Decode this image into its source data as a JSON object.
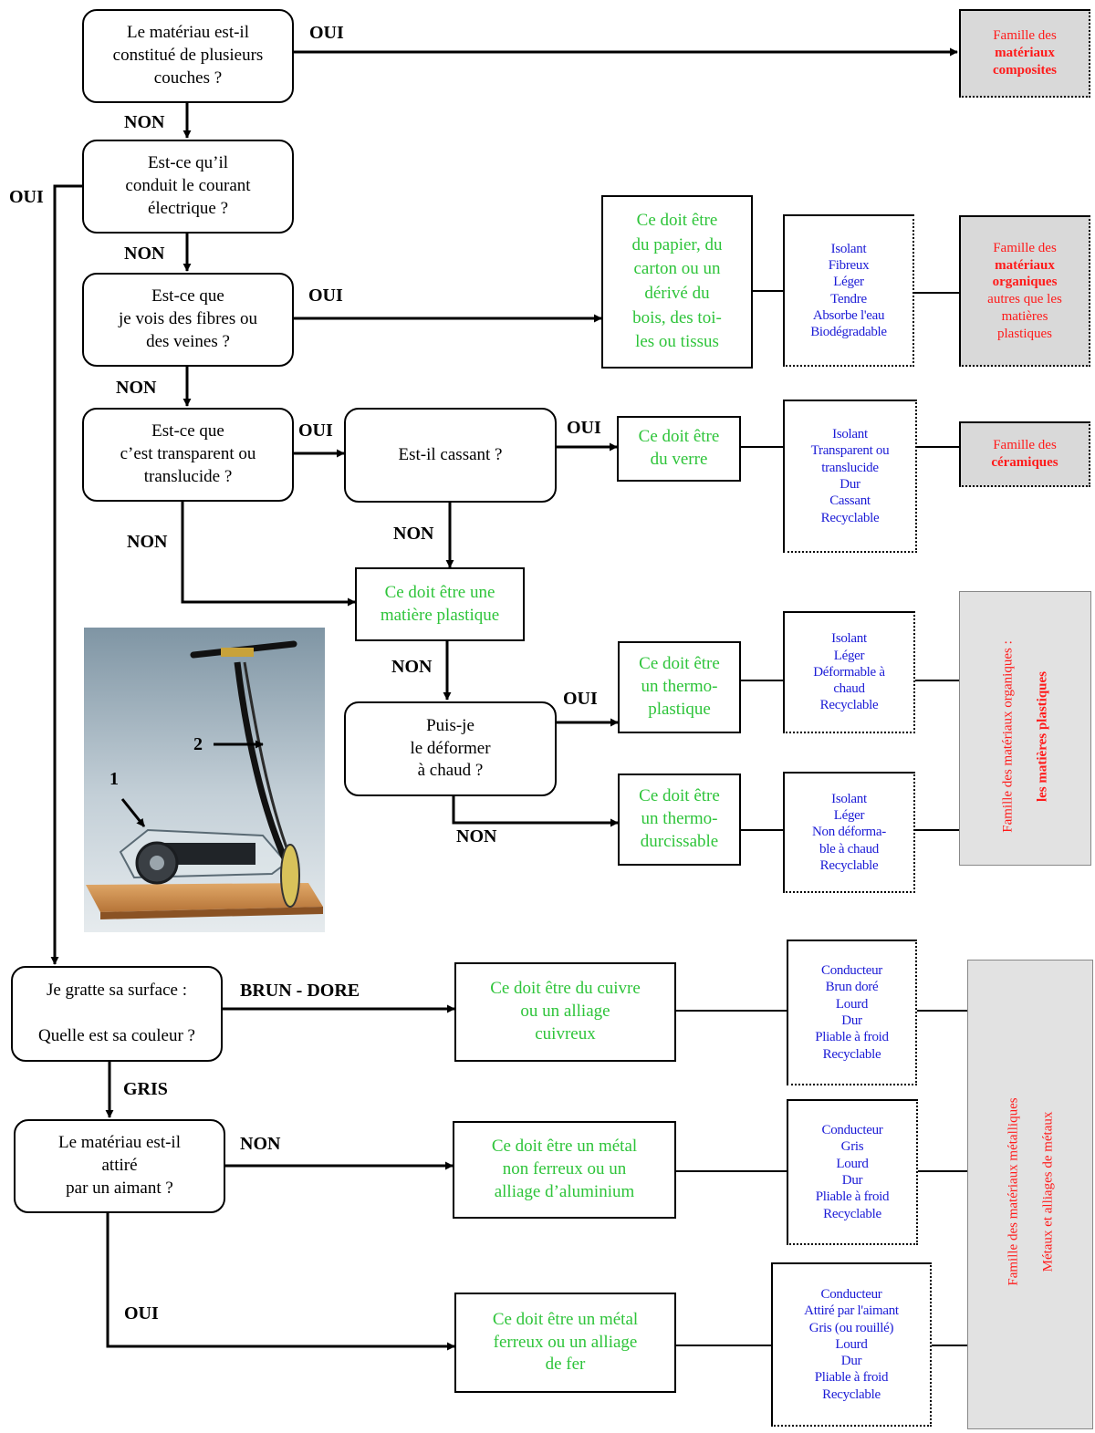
{
  "questions": {
    "q1": [
      "Le matériau est-il",
      "constitué de plusieurs",
      "couches ?"
    ],
    "q2": [
      "Est-ce qu’il",
      "conduit le courant",
      "électrique ?"
    ],
    "q3": [
      "Est-ce que",
      "je vois des fibres ou",
      "des veines ?"
    ],
    "q4": [
      "Est-ce que",
      "c’est transparent ou",
      "translucide ?"
    ],
    "q5": [
      "Est-il cassant ?"
    ],
    "q6": [
      "Puis-je",
      "le déformer",
      "à chaud ?"
    ],
    "q7": [
      "Je gratte sa surface :",
      "",
      "Quelle est sa couleur ?"
    ],
    "q8": [
      "Le matériau est-il",
      "attiré",
      "par un aimant ?"
    ]
  },
  "materials": {
    "papier": [
      "Ce doit être",
      "du papier, du",
      "carton ou un",
      "dérivé du",
      "bois, des toi-",
      "les ou tissus"
    ],
    "verre": [
      "Ce doit être",
      "du verre"
    ],
    "plastique": [
      "Ce doit être une",
      "matière plastique"
    ],
    "thermoplastique": [
      "Ce doit être",
      "un thermo-",
      "plastique"
    ],
    "thermodurcissable": [
      "Ce doit être",
      "un thermo-",
      "durcissable"
    ],
    "cuivre": [
      "Ce doit être du cuivre",
      "ou un alliage",
      "cuivreux"
    ],
    "nonferreux": [
      "Ce doit être un métal",
      "non ferreux ou un",
      "alliage d’aluminium"
    ],
    "ferreux": [
      "Ce doit être un métal",
      "ferreux ou un alliage",
      "de fer"
    ]
  },
  "properties": {
    "papier": [
      "Isolant",
      "Fibreux",
      "Léger",
      "Tendre",
      "Absorbe l'eau",
      "Biodégradable"
    ],
    "verre": [
      "Isolant",
      "Transparent ou",
      "translucide",
      "Dur",
      "Cassant",
      "Recyclable"
    ],
    "thermoplastique": [
      "Isolant",
      "Léger",
      "Déformable à",
      "chaud",
      "Recyclable"
    ],
    "thermodurcissable": [
      "Isolant",
      "Léger",
      "Non déforma-",
      "ble à chaud",
      "Recyclable"
    ],
    "cuivre": [
      "Conducteur",
      "Brun doré",
      "Lourd",
      "Dur",
      "Pliable à froid",
      "Recyclable"
    ],
    "nonferreux": [
      "Conducteur",
      "Gris",
      "Lourd",
      "Dur",
      "Pliable à froid",
      "Recyclable"
    ],
    "ferreux": [
      "Conducteur",
      "Attiré par l'aimant",
      "Gris (ou rouillé)",
      "Lourd",
      "Dur",
      "Pliable à froid",
      "Recyclable"
    ]
  },
  "families": {
    "composites": [
      {
        "t": "Famille des",
        "b": false
      },
      {
        "t": "matériaux",
        "b": true
      },
      {
        "t": "composites",
        "b": true
      }
    ],
    "organiques": [
      {
        "t": "Famille des",
        "b": false
      },
      {
        "t": "matériaux",
        "b": true
      },
      {
        "t": "organiques",
        "b": true
      },
      {
        "t": "autres que les",
        "b": false
      },
      {
        "t": "matières",
        "b": false
      },
      {
        "t": "plastiques",
        "b": false
      }
    ],
    "ceramiques": [
      {
        "t": "Famille des",
        "b": false
      },
      {
        "t": "céramiques",
        "b": true
      }
    ],
    "plastiques": {
      "line1": "Famille des matériaux organiques :",
      "line2": "les matières plastiques"
    },
    "metalliques": {
      "line1": "Famille des matériaux métalliques",
      "line2": "Métaux et alliages de métaux"
    }
  },
  "labels": {
    "oui": "OUI",
    "non": "NON",
    "brun_dore": "BRUN - DORE",
    "gris": "GRIS",
    "photo_1": "1",
    "photo_2": "2"
  }
}
